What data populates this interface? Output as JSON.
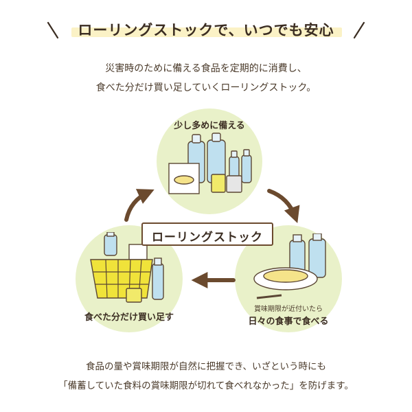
{
  "header": {
    "title": "ローリングストックで、いつでも安心"
  },
  "intro": {
    "line1": "災害時のために備える食品を定期的に消費し、",
    "line2": "食べた分だけ買い足していくローリングストック。"
  },
  "cycle": {
    "center_label": "ローリングストック",
    "step_top": "少し多めに備える",
    "step_right_note": "賞味期限が近付いたら",
    "step_right": "日々の食事で食べる",
    "step_left": "食べた分だけ買い足す"
  },
  "footer": {
    "line1": "食品の量や賞味期限が自然に把握でき、いざという時にも",
    "line2": "「備蓄していた食料の賞味期限が切れて食べれなかった」を防げます。"
  },
  "colors": {
    "circle_fill": "#e9f1c9",
    "arrow": "#6b4a2e",
    "highlight": "#fbf2c6",
    "bottle": "#bfe0ef",
    "basket": "#f0e33a"
  }
}
